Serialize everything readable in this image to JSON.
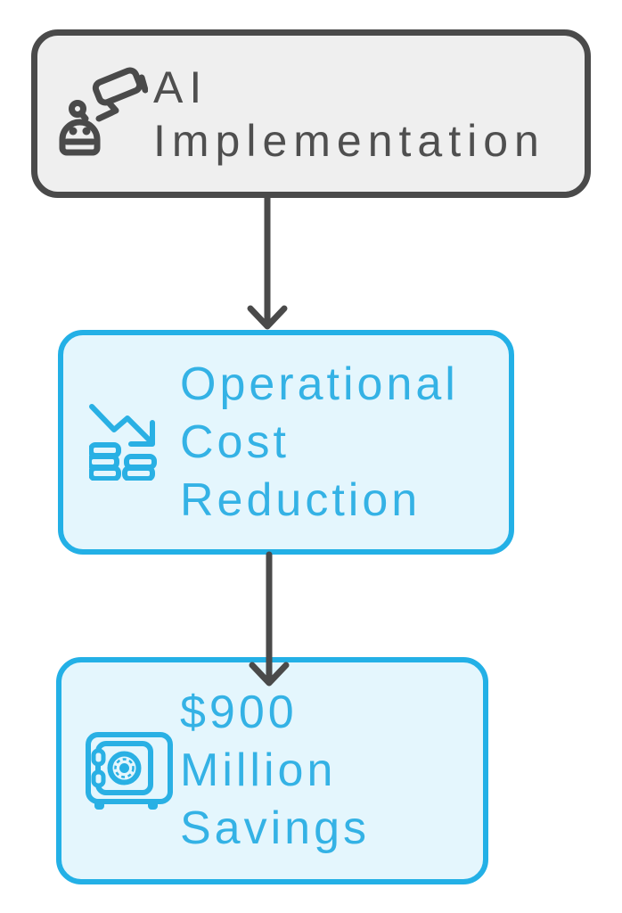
{
  "colors": {
    "node_dark_border": "#4a4a4a",
    "node_dark_bg": "#efefef",
    "node_dark_text": "#4f4f4f",
    "accent_border": "#23b0e6",
    "accent_bg": "#e4f6fd",
    "accent_text": "#34b2e5",
    "accent_icon": "#29b0e4",
    "arrow": "#4a4a4a"
  },
  "flowchart": {
    "nodes": [
      {
        "id": "ai-implementation",
        "icon": "robot-announcement-icon",
        "style": "gray",
        "lines": [
          "AI",
          "Implementation"
        ]
      },
      {
        "id": "operational-cost-reduction",
        "icon": "cost-reduction-icon",
        "style": "blue",
        "lines": [
          "Operational",
          "Cost",
          "Reduction"
        ]
      },
      {
        "id": "900-million-savings",
        "icon": "safe-vault-icon",
        "style": "blue",
        "lines": [
          "$900",
          "Million",
          "Savings"
        ]
      }
    ],
    "connectors": [
      {
        "from": "ai-implementation",
        "to": "operational-cost-reduction"
      },
      {
        "from": "operational-cost-reduction",
        "to": "900-million-savings"
      }
    ]
  }
}
